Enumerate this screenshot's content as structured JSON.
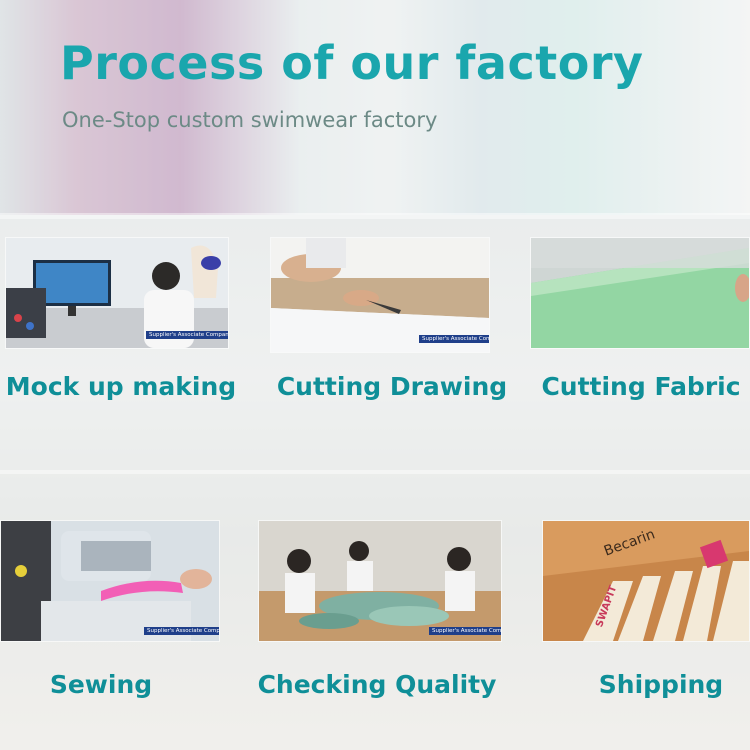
{
  "header": {
    "title": "Process of our factory",
    "subtitle": "One-Stop custom swimwear factory"
  },
  "watermark_text": "Supplier's Associate Company",
  "steps": [
    {
      "label": "Mock up making"
    },
    {
      "label": "Cutting Drawing"
    },
    {
      "label": "Cutting Fabric"
    },
    {
      "label": "Sewing"
    },
    {
      "label": "Checking Quality"
    },
    {
      "label": "Shipping"
    }
  ],
  "box_print": {
    "brand": "Becarin",
    "tape": "SWAPIT"
  },
  "colors": {
    "title": "#1aa6ad",
    "subtitle": "#6c8a86",
    "label": "#0f8f98",
    "watermark_bg": "#1f3f8a"
  }
}
